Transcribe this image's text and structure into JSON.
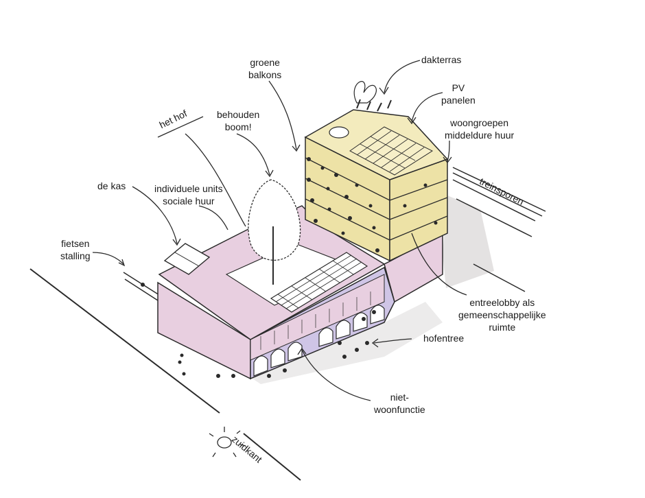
{
  "labels": {
    "dakterras": "dakterras",
    "pv_panelen": "PV\npanelen",
    "groene_balkons": "groene\nbalkons",
    "woongroepen": "woongroepen\nmiddeldure huur",
    "het_hof": "het hof",
    "behouden_boom": "behouden\nboom!",
    "de_kas": "de kas",
    "individuele_units": "individuele units\nsociale huur",
    "fietsen_stalling": "fietsen\nstalling",
    "treinsporen": "treinsporen",
    "entreelobby": "entreelobby als\ngemeenschappelijke\nruimte",
    "hofentree": "hofentree",
    "niet_woonfunctie": "niet-\nwoonfunctie",
    "zuidkant": "zuidkant"
  },
  "colors": {
    "tower": "#ede2a6",
    "courtyard_block": "#e8cfe0",
    "arches": "#cfc5e6",
    "shadow": "#e4e2e2",
    "ink": "#2a2a2a"
  }
}
